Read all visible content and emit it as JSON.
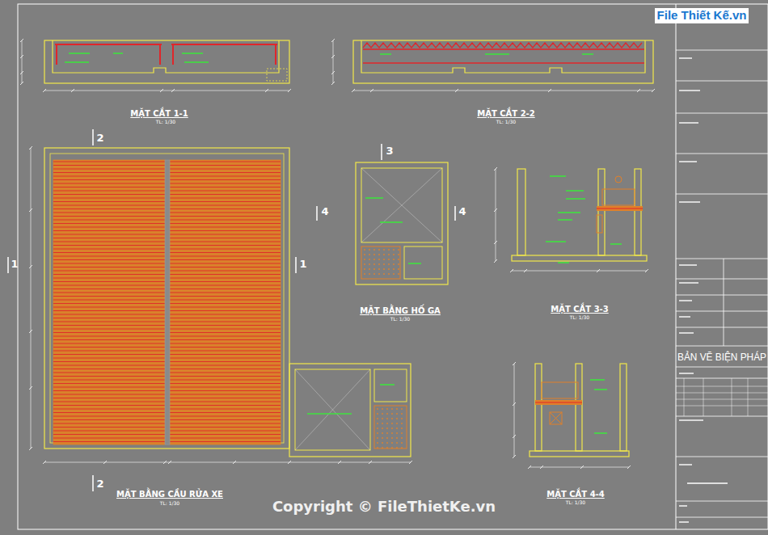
{
  "diagram": {
    "nodes": [
      {
        "text": [
          "BẢN VẼ BIỆN PHÁP"
        ]
      }
    ],
    "labels": [
      "MẶT CẮT 1-1",
      "TL: 1/30",
      "MẶT CẮT 2-2",
      "TL: 1/30",
      "MẶT BẰNG HỐ GA",
      "TL: 1/30",
      "MẶT CẮT 3-3",
      "TL: 1/30",
      "MẶT BẰNG CẦU RỬA XE",
      "TL: 1/30",
      "MẶT CẮT 4-4",
      "TL: 1/30",
      "2",
      "2",
      "1",
      "1",
      "3",
      "4",
      "4",
      "File Thiết Kế.vn",
      "Copyright © FileThietKe.vn"
    ]
  }
}
